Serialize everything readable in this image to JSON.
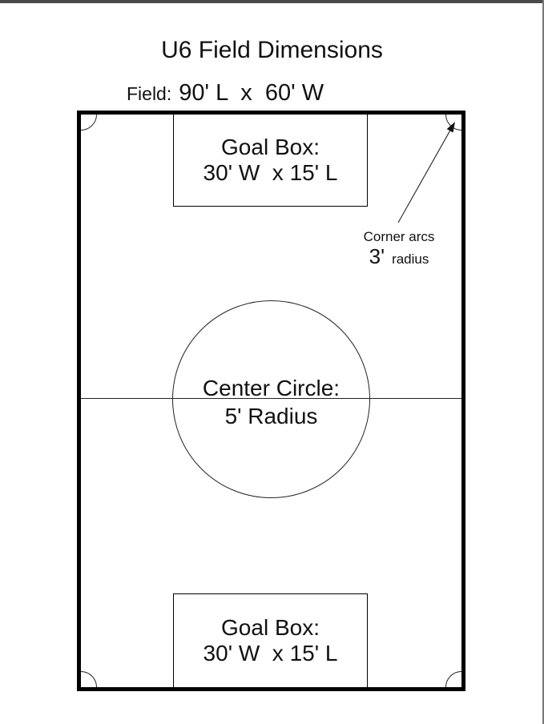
{
  "header": {
    "title": "U6 Field Dimensions",
    "field_label": "Field:",
    "field_value": "90' L  x  60' W"
  },
  "field": {
    "goal_box_top": {
      "line1": "Goal Box:",
      "line2": "30' W  x 15' L"
    },
    "goal_box_bottom": {
      "line1": "Goal Box:",
      "line2": "30' W  x 15' L"
    },
    "center_circle": {
      "line1": "Center Circle:",
      "line2": "5' Radius"
    }
  },
  "annotation": {
    "label": "Corner arcs",
    "value": "3'",
    "unit": "radius"
  },
  "colors": {
    "page_background": "#ffffff",
    "line_color": "#000000",
    "text_color": "#111111",
    "top_edge": "#4a4a4a",
    "right_edge": "#787878"
  }
}
